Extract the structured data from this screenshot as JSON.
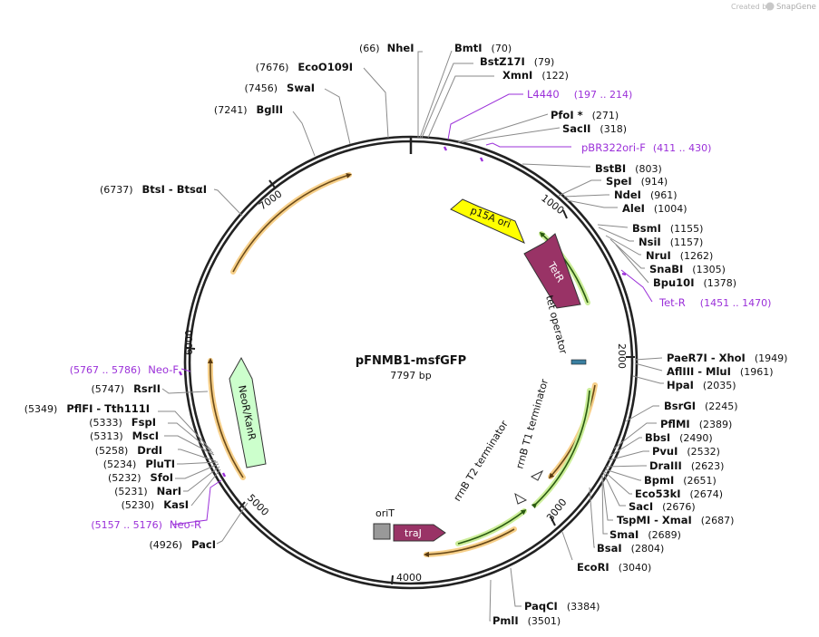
{
  "credit": {
    "prefix": "Created by",
    "brand": "SnapGene"
  },
  "plasmid": {
    "name": "pFNMB1-msfGFP",
    "size_label": "7797 bp",
    "length": 7797
  },
  "ticks": [
    "1000",
    "2000",
    "3000",
    "4000",
    "5000",
    "6000",
    "7000"
  ],
  "enzymes": [
    {
      "name": "NheI",
      "pos": "(66)"
    },
    {
      "name": "BmtI",
      "pos": "(70)"
    },
    {
      "name": "BstZ17I",
      "pos": "(79)"
    },
    {
      "name": "XmnI",
      "pos": "(122)"
    },
    {
      "name": "PfoI *",
      "pos": "(271)"
    },
    {
      "name": "SacII",
      "pos": "(318)"
    },
    {
      "name": "BstBI",
      "pos": "(803)"
    },
    {
      "name": "SpeI",
      "pos": "(914)"
    },
    {
      "name": "NdeI",
      "pos": "(961)"
    },
    {
      "name": "AleI",
      "pos": "(1004)"
    },
    {
      "name": "BsmI",
      "pos": "(1155)"
    },
    {
      "name": "NsiI",
      "pos": "(1157)"
    },
    {
      "name": "NruI",
      "pos": "(1262)"
    },
    {
      "name": "SnaBI",
      "pos": "(1305)"
    },
    {
      "name": "Bpu10I",
      "pos": "(1378)"
    },
    {
      "name": "PaeR7I - XhoI",
      "pos": "(1949)"
    },
    {
      "name": "AflIII - MluI",
      "pos": "(1961)"
    },
    {
      "name": "HpaI",
      "pos": "(2035)"
    },
    {
      "name": "BsrGI",
      "pos": "(2245)"
    },
    {
      "name": "PflMI",
      "pos": "(2389)"
    },
    {
      "name": "BbsI",
      "pos": "(2490)"
    },
    {
      "name": "PvuI",
      "pos": "(2532)"
    },
    {
      "name": "DraIII",
      "pos": "(2623)"
    },
    {
      "name": "BpmI",
      "pos": "(2651)"
    },
    {
      "name": "Eco53kI",
      "pos": "(2674)"
    },
    {
      "name": "SacI",
      "pos": "(2676)"
    },
    {
      "name": "TspMI - XmaI",
      "pos": "(2687)"
    },
    {
      "name": "SmaI",
      "pos": "(2689)"
    },
    {
      "name": "BsaI",
      "pos": "(2804)"
    },
    {
      "name": "EcoRI",
      "pos": "(3040)"
    },
    {
      "name": "PaqCI",
      "pos": "(3384)"
    },
    {
      "name": "PmlI",
      "pos": "(3501)"
    },
    {
      "name": "PacI",
      "pos": "(4926)"
    },
    {
      "name": "KasI",
      "pos": "(5230)"
    },
    {
      "name": "NarI",
      "pos": "(5231)"
    },
    {
      "name": "SfoI",
      "pos": "(5232)"
    },
    {
      "name": "PluTI",
      "pos": "(5234)"
    },
    {
      "name": "DrdI",
      "pos": "(5258)"
    },
    {
      "name": "MscI",
      "pos": "(5313)"
    },
    {
      "name": "FspI",
      "pos": "(5333)"
    },
    {
      "name": "PflFI - Tth111I",
      "pos": "(5349)"
    },
    {
      "name": "RsrII",
      "pos": "(5747)"
    },
    {
      "name": "BtsI - BtsαI",
      "pos": "(6737)"
    },
    {
      "name": "BglII",
      "pos": "(7241)"
    },
    {
      "name": "SwaI",
      "pos": "(7456)"
    },
    {
      "name": "EcoO109I",
      "pos": "(7676)"
    }
  ],
  "primers": [
    {
      "name": "L4440",
      "range": "(197 .. 214)"
    },
    {
      "name": "pBR322ori-F",
      "range": "(411 .. 430)"
    },
    {
      "name": "Tet-R",
      "range": "(1451 .. 1470)"
    },
    {
      "name": "Neo-F",
      "range": "(5767 .. 5786)"
    },
    {
      "name": "Neo-R",
      "range": "(5157 .. 5176)"
    }
  ],
  "features": [
    {
      "name": "p15A ori",
      "color": "#ffff00",
      "text_color": "#111111"
    },
    {
      "name": "TetR",
      "color": "#993366",
      "text_color": "#ffffff"
    },
    {
      "name": "NeoR/KanR",
      "color": "#ccffcc",
      "text_color": "#111111"
    },
    {
      "name": "traJ",
      "color": "#993366",
      "text_color": "#ffffff"
    }
  ],
  "inner_labels": {
    "tet_operator": "tet operator",
    "rrnb_t1": "rrnB T1 terminator",
    "rrnb_t2": "rrnB T2 terminator",
    "orit": "oriT"
  },
  "colors": {
    "primer": "#9b30d9",
    "orf_arc": "#f0a030",
    "green_arc": "#66bb22",
    "backbone": "#222222"
  }
}
